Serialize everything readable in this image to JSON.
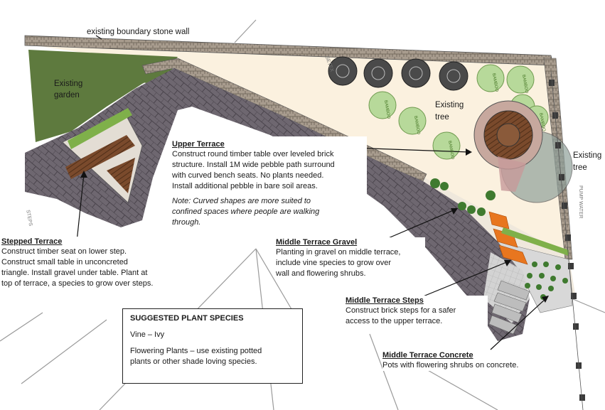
{
  "labels": {
    "boundary_wall": "existing boundary stone wall",
    "existing_garden": "Existing garden",
    "existing_tree_1": "Existing tree",
    "existing_tree_2": "Existing tree",
    "bamboo": "BAMBOO",
    "steps_edge": "STEPS",
    "pump_edge": "PUMP WATER",
    "bench_edge": "SETEX"
  },
  "upper_terrace": {
    "title": "Upper Terrace",
    "line1": "Construct round timber table over leveled brick",
    "line2": "structure. Install 1M wide pebble path surround",
    "line3": "with curved bench seats.  No plants needed.",
    "line4": "Install additional pebble in bare soil areas.",
    "note1": "Note:  Curved shapes are more suited to",
    "note2": "confined spaces where people are walking",
    "note3": "through."
  },
  "stepped_terrace": {
    "title": "Stepped Terrace",
    "line1": "Construct timber seat on lower step.",
    "line2": "Construct small table in unconcreted",
    "line3": "triangle. Install gravel under table. Plant at",
    "line4": "top of terrace, a species to grow over steps."
  },
  "middle_gravel": {
    "title": "Middle Terrace Gravel",
    "line1": "Planting in gravel on middle terrace,",
    "line2": "include vine species to grow over",
    "line3": "wall and flowering shrubs."
  },
  "middle_steps": {
    "title": "Middle Terrace Steps",
    "line1": "Construct brick steps for a safer",
    "line2": "access to the upper terrace."
  },
  "middle_concrete": {
    "title": "Middle Terrace Concrete",
    "line1": "Pots with flowering shrubs on concrete."
  },
  "species": {
    "heading": "SUGGESTED PLANT SPECIES",
    "vine": "Vine – Ivy",
    "flowering1": "Flowering Plants – use existing potted",
    "flowering2": "plants or other shade loving species."
  },
  "colors": {
    "brick": "#6e6770",
    "stone_wall": "#9a8f82",
    "garden_green": "#5e7a3e",
    "cream": "#fbf1df",
    "timber": "#7a4a2c",
    "orange_steps": "#e8761f",
    "concrete": "#c9c9c9",
    "bamboo_green": "#b7d99a"
  }
}
